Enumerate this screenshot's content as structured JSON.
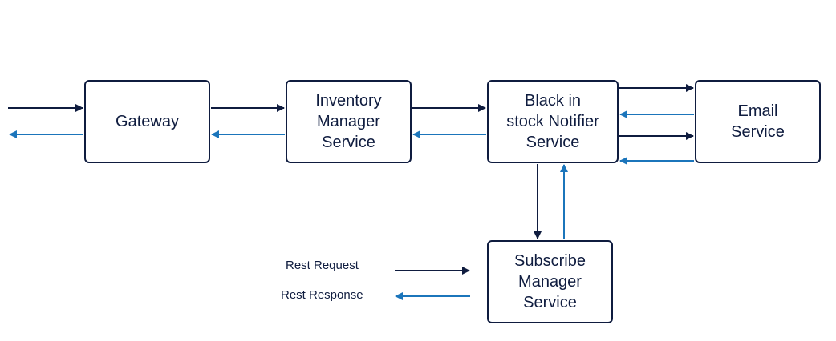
{
  "nodes": {
    "gateway": "Gateway",
    "inventory": "Inventory\nManager\nService",
    "notifier": "Black in\nstock Notifier\nService",
    "email": "Email\nService",
    "subscribe": "Subscribe\nManager\nService"
  },
  "legend": {
    "request": "Rest Request",
    "response": "Rest Response"
  },
  "colors": {
    "request": "#0f1c3f",
    "response": "#1b75bb",
    "box_border": "#0f1c3f"
  }
}
